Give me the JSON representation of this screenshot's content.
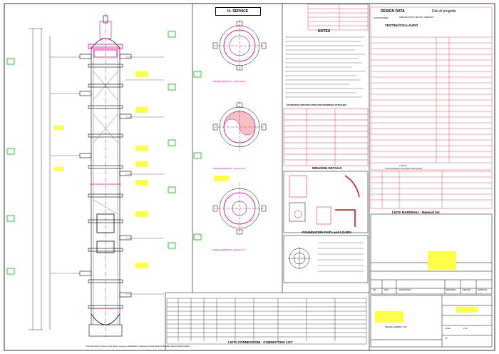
{
  "drawing": {
    "service_label": "H₂ SERVICE",
    "notes_title": "NOTES",
    "design_data_title": "DESIGN DATA",
    "design_data_title_it": "Dati di progetto",
    "code_label": "CODE/NORME",
    "code_value": "ASME SEC.VIII DIV.1 ED.2015 - ASME B16.5",
    "testing_title": "TESTING/COLLAUDO",
    "nozzle_view_a": "NOZZLES ORIENTATION - VIEW FROM \"A\"",
    "nozzle_section_b": "NOZZLES ORIENTATION - SECTION \"B-B\"",
    "nozzle_section_c": "NOZZLES ORIENTATION - SECTION \"C-C\"",
    "standards_title": "STANDARDS SPECIFICATION AND DRAWINGS ATTACHED",
    "welding_title": "WELDING DETAILS",
    "foundation_title": "FOUNDATION DATA and LOADS",
    "material_list_title": "LISTA MATERIALI - Material list",
    "connection_list_title": "LISTA CONNESSIONI - CONNECTION LIST",
    "weight_note": "12.000 kg",
    "surface_note": "Surface preparation and external surface painting",
    "revision_headers": [
      "REV",
      "DATE",
      "DESCRIPTION",
      "PREPARED",
      "CHECKED",
      "APPROVED"
    ],
    "general_assembly": "GENERAL ASSEMBLY FOR",
    "scale_label": "SCALE",
    "scale_value": "1:20",
    "sheet_label": "SH",
    "footer_note": "This document is property of the Owner. Copying, reproduction or disclosure to third parties is forbidden without written consent."
  },
  "colors": {
    "line": "#000000",
    "red": "#e0001b",
    "magenta": "#e0008c",
    "green": "#00b400",
    "yellow": "#ffff4a",
    "highlight": "#f3c3c3"
  }
}
